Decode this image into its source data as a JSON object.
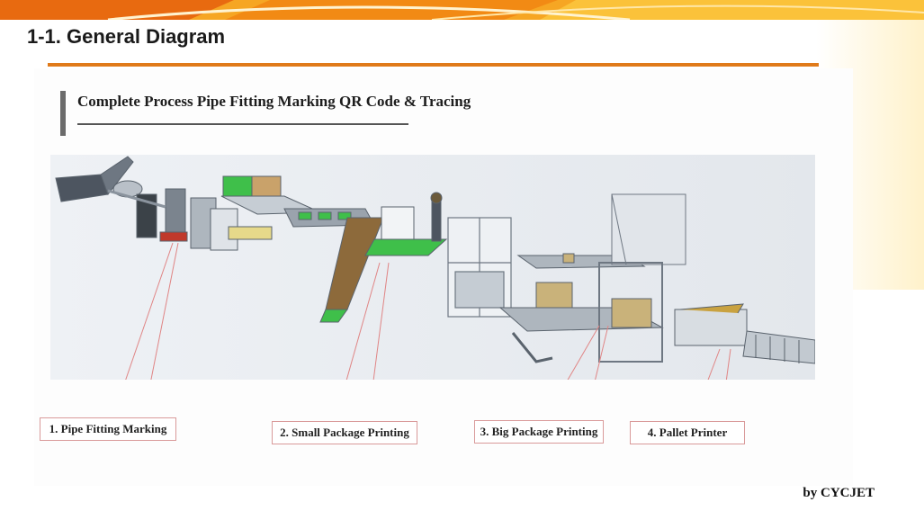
{
  "slide": {
    "title": "1-1. General Diagram",
    "credit": "by CYCJET"
  },
  "panel": {
    "title": "Complete Process Pipe Fitting Marking QR  Code & Tracing"
  },
  "stations": [
    {
      "label": "1. Pipe Fitting  Marking"
    },
    {
      "label": "2.  Small Package Printing"
    },
    {
      "label": "3. Big Package Printing"
    },
    {
      "label": "4. Pallet   Printer"
    }
  ],
  "colors": {
    "accent": "#e07a1a",
    "callout_border": "#d99a9a",
    "machine_frame": "#9aa3ad",
    "conveyor_green": "#3fbf4a",
    "box_tan": "#c9b27a"
  }
}
